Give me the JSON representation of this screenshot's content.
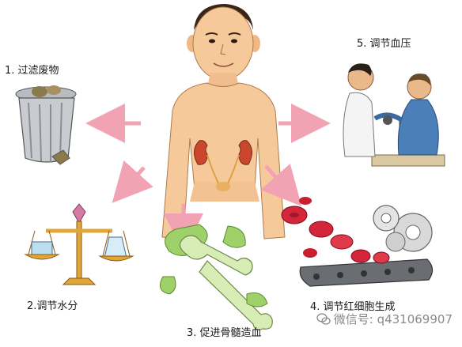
{
  "labels": {
    "filter_waste": "1. 过滤废物",
    "water_balance": "2.调节水分",
    "bone_blood": "3. 促进骨髓造血",
    "rbc": "4. 调节红细胞生成",
    "blood_pressure": "5. 调节血压"
  },
  "watermark": {
    "text": "微信号: q431069907"
  },
  "colors": {
    "arrow": "#f1a3b4",
    "skin": "#f6c99b",
    "kidney": "#c9472d",
    "gold": "#e0a63a",
    "bone": "#d8edb6",
    "green": "#9fd16a",
    "red": "#d4253a",
    "lab_coat": "#f4f4f4",
    "patient_shirt": "#4a7fb7"
  }
}
